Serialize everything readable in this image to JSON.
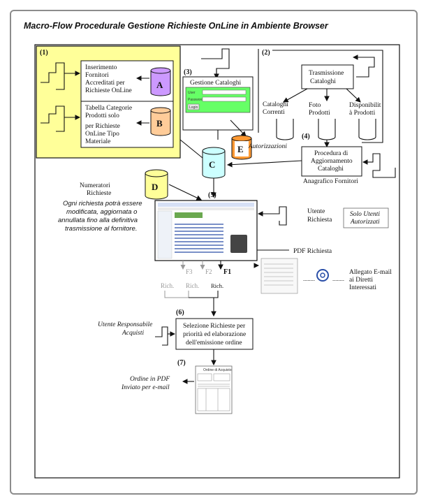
{
  "title": "Macro-Flow Procedurale Gestione Richieste OnLine in Ambiente Browser",
  "steps": {
    "s1": "(1)",
    "s2": "(2)",
    "s3": "(3)",
    "s4": "(4)",
    "s5": "(5)",
    "s6": "(6)",
    "s7": "(7)"
  },
  "box_fornitori": [
    "Inserimento",
    "Fornitori",
    "Accreditati per",
    "Richieste OnLine"
  ],
  "box_categorie": [
    "Tabella Categorie",
    "Prodotti solo",
    "per Richieste",
    "OnLine Tipo",
    "Materiale"
  ],
  "db": {
    "a": "A",
    "b": "B",
    "c": "C",
    "d": "D",
    "e": "E"
  },
  "gestione_cataloghi": "Gestione Cataloghi",
  "login": {
    "user_label": "User",
    "password_label": "Password",
    "button": "Login"
  },
  "trasmissione": [
    "Trasmissione",
    "Cataloghi"
  ],
  "cataloghi_correnti": [
    "Cataloghi",
    "Correnti"
  ],
  "foto_prodotti": [
    "Foto",
    "Prodotti"
  ],
  "disponibilita": [
    "Disponibilit",
    "à Prodotti"
  ],
  "autorizzazioni": "Autorizzazioni",
  "procedura": [
    "Procedura di",
    "Aggiornamento",
    "Cataloghi"
  ],
  "anagrafico": "Anagrafico Fornitori",
  "numeratori": [
    "Numeratori",
    "Richieste"
  ],
  "note_modifica": [
    "Ogni richiesta potrà essere",
    "modificata, aggiornata o",
    "annullata fino alla definitiva",
    "trasmissione al fornitore."
  ],
  "utente_richiesta": [
    "Utente",
    "Richiesta"
  ],
  "solo_utenti": [
    "Solo Utenti",
    "Autorizzati"
  ],
  "pdf_richiesta": "PDF Richiesta",
  "allegato": [
    "Allegato E-mail",
    "ai Diretti",
    "Interessati"
  ],
  "dots": "........",
  "function_keys": [
    "F3",
    "F2",
    "F1"
  ],
  "rich_labels": [
    "Rich.",
    "Rich.",
    "Rich."
  ],
  "utente_responsabile": [
    "Utente Responsabile",
    "Acquisti"
  ],
  "selezione": [
    "Selezione Richieste per",
    "priorità ed elaborazione",
    "dell'emissione ordine"
  ],
  "ordine_pdf": [
    "Ordine in PDF",
    "Inviato per e-mail"
  ],
  "ordine_doc_title": "Ordine di Acquisto",
  "colors": {
    "yellow_panel": "#ffff99",
    "db_purple": "#cc99ff",
    "db_salmon": "#ffcc99",
    "db_cyan": "#ccffff",
    "db_orange": "#ff9933",
    "login_green": "#66ff66",
    "frame": "#8c8c8c"
  }
}
